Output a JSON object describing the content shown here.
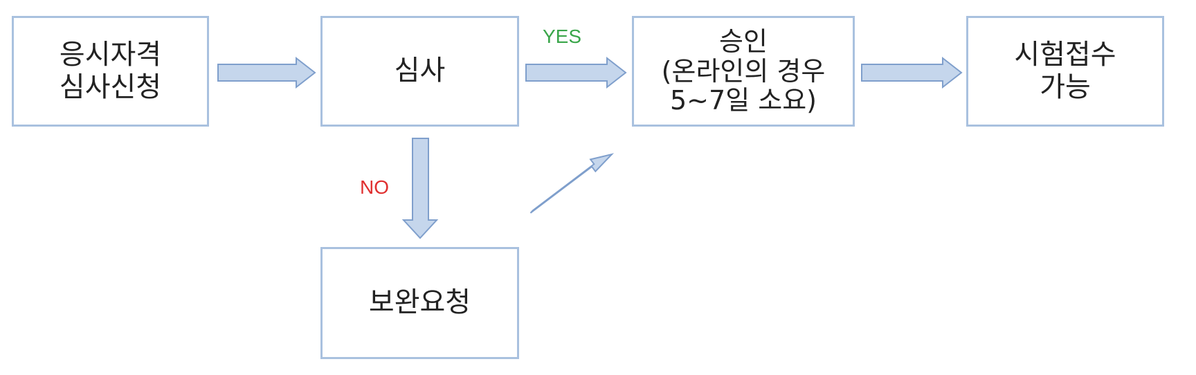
{
  "nodes": {
    "apply": {
      "lines": [
        "응시자격",
        "심사신청"
      ]
    },
    "review": {
      "lines": [
        "심사"
      ]
    },
    "approve": {
      "lines": [
        "승인",
        "(온라인의 경우",
        "5~7일 소요)"
      ]
    },
    "exam": {
      "lines": [
        "시험접수",
        "가능"
      ]
    },
    "supplement": {
      "lines": [
        "보완요청"
      ]
    }
  },
  "edges": {
    "yes_label": "YES",
    "no_label": "NO"
  },
  "colors": {
    "box_border": "#a9c1df",
    "arrow_fill": "#c5d6ec",
    "arrow_stroke": "#7f9fcc",
    "yes": "#3aa64a",
    "no": "#e03030"
  }
}
